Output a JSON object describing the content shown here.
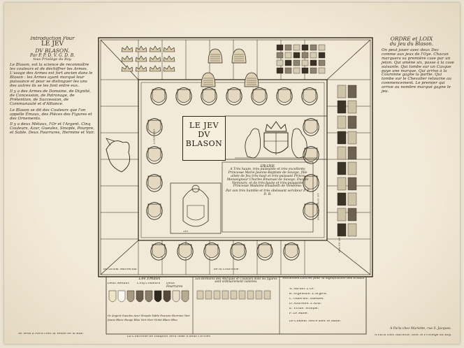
{
  "left_column": {
    "title_line1": "Introduction Pour",
    "title_line2": "LE JEV",
    "title_line3": "DV BLASON.",
    "author_line": "Par P. P. D. V. G. D. B.",
    "author_sub": "tous Privilège du Roy.",
    "paragraph1": "Le Blason, est la science de reconnoître les couleurs et de déchiffrer les Armes. L'usage des Armes est fort ancien dans le Blason : les Armes ayant marqué leur puissance et pour se distinguer les uns des autres ils se les font entre eux.",
    "paragraph2": "Il y a des Armes de Domaine, de Dignité, de Concession, de Patronage, de Prétention, de Succession, de Communauté et d'Alliance.",
    "paragraph3": "Le Blason se dit des Couleurs que l'on appelle Émaux, des Pièces des Figures et des Ornements.",
    "paragraph4": "Il y a deux Métaux, l'Or et l'Argent. Cinq Couleurs, Azur, Gueules, Sinople, Pourpre, et Sable. Deux Fourrures, Hermine et Vair."
  },
  "right_column": {
    "title_line1": "ORDRE et LOIX",
    "title_line2": "du Jeu du Blason.",
    "rules_text": "On peut jouer avec deux Dez comme aux jeux de l'Oye. Chacun marquera sa première case par un jeton. Qui amène six, passe à la case suivante. Qui tombe sur un Casque paye une marque. Qui arrive à la Couronne gagne la partie. Qui tombe sur le Chevalier retourne au commencement. Le premier qui arrive au nombre marqué gagne le jeu.",
    "signature": "A Paris chez Mariette, rue S. Jacques."
  },
  "center": {
    "title_line1": "LE JEV",
    "title_line2": "DV",
    "title_line3": "BLASON",
    "dedication_title": "DEDIÉ",
    "dedication_text": "A Très haute, très puissante et très excellente Princesse Marie-Jeanne-Baptiste de Savoye, fille aînée de feu très-haut et très-puissant Prince Monseigneur Charles Émanuel de Savoye, Duc de Nemours; et de très-haute et très-puissante Princesse Madame Élisabeth de Vendôme.",
    "signature": "Par son très humble et très obéissant serviteur P. P. D. B."
  },
  "board": {
    "bottom_left_caption": "du Grand Mareschal",
    "bottom_center_caption": "de la Couronne",
    "corner_number": "1er",
    "side_label_left": "Chevalier",
    "side_label_right": "Le Grand Veneur",
    "right_strip_label": "Duché de l'Esc."
  },
  "legend": {
    "emaux_title": "Les Émaux",
    "metaux_label": "Deux Métaux",
    "couleurs_label": "Cinq Couleurs",
    "fourrures_label": "Deux Fourrures",
    "color_row": "Or  Argent  Gueules  Azur  Sinople  Sable  Pourpre  Hermine  Vair",
    "color_row2": "Jaune  Blanc  Rouge  Bleu  Vert  Noir  Violet  Blanc  Bleu",
    "middle_title": "Les Bordures des Marques et Couleurs dont les figures sont ordinairement colorées.",
    "right_title": "Anciennes Lettres pour la signification des Émaux",
    "letters": [
      "A. Aurum. L'Or.",
      "B. Argentum. L'Argent.",
      "C. Gulorum. Gueules.",
      "D. Azureum. L'Azur.",
      "E. Viride. Sinople.",
      "F. Le Sable."
    ],
    "bottom_note": "Le Couleur Noire avec le Sable."
  },
  "bottom_margin": {
    "left_text": "Se vend à Paris chez la Veuve de la Rue.",
    "center_text": "La Couronne de Dauphin Sera mise à deux Cercles",
    "right_text": "A Paris chez Mariette, avec le Privilège du Roy."
  },
  "colors": {
    "paper": "#f2ead8",
    "ink": "#2b2418",
    "background": "#ebe3d2"
  }
}
